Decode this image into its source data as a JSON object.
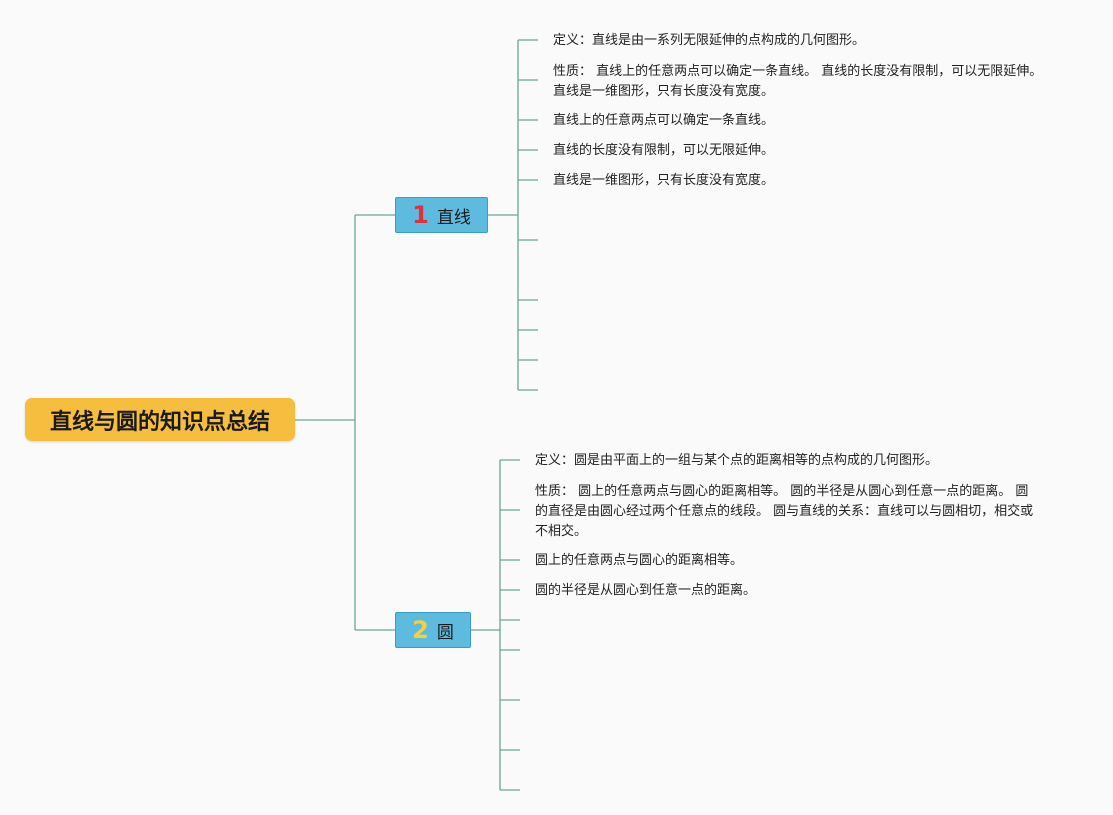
{
  "root": {
    "title": "直线与圆的知识点总结"
  },
  "branches": [
    {
      "number": "1",
      "number_color": "#e0303c",
      "label": "直线",
      "items": [
        "定义：直线是由一系列无限延伸的点构成的几何图形。",
        "性质： 直线上的任意两点可以确定一条直线。 直线的长度没有限制，可以无限延伸。 直线是一维图形，只有长度没有宽度。",
        "直线上的任意两点可以确定一条直线。",
        "直线的长度没有限制，可以无限延伸。",
        "直线是一维图形，只有长度没有宽度。"
      ]
    },
    {
      "number": "2",
      "number_color": "#f7d038",
      "label": "圆",
      "items": [
        "定义：圆是由平面上的一组与某个点的距离相等的点构成的几何图形。",
        "性质： 圆上的任意两点与圆心的距离相等。 圆的半径是从圆心到任意一点的距离。 圆的直径是由圆心经过两个任意点的线段。 圆与直线的关系：直线可以与圆相切，相交或不相交。",
        "圆上的任意两点与圆心的距离相等。",
        "圆的半径是从圆心到任意一点的距离。"
      ]
    }
  ],
  "colors": {
    "root_bg": "#f6be3e",
    "branch_bg": "#5dbbe0",
    "connector": "#6aa88e",
    "background": "#fafafa"
  }
}
